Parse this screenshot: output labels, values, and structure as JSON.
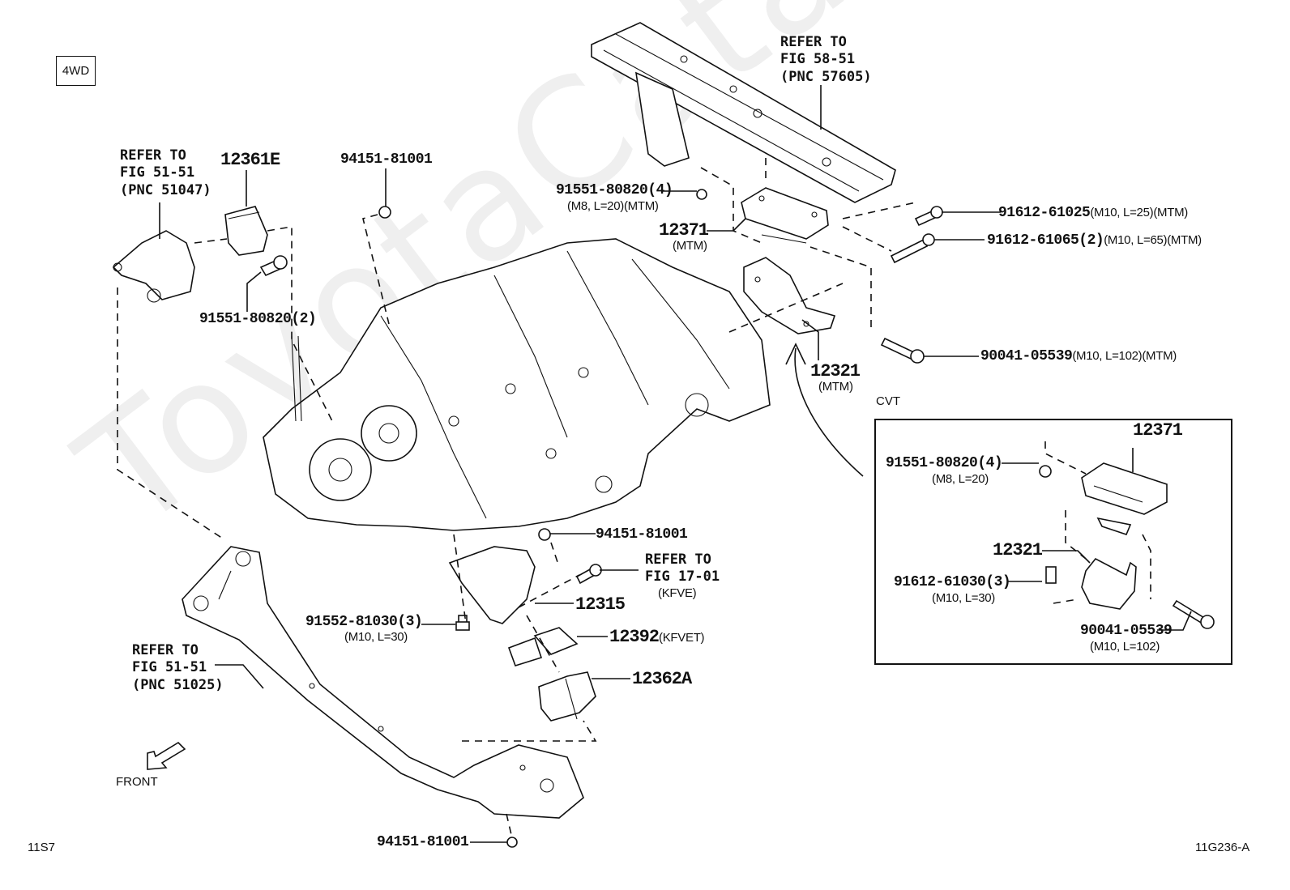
{
  "diagram": {
    "variant_tag": "4WD",
    "watermark": "ToyotaCatalog e.ru",
    "front_label": "FRONT",
    "footer_left": "11S7",
    "footer_right": "11G236-A",
    "cvt_section": {
      "title": "CVT"
    },
    "refs": {
      "ref_51047": {
        "line1": "REFER TO",
        "line2": "FIG 51-51",
        "line3": "(PNC 51047)"
      },
      "ref_57605": {
        "line1": "REFER TO",
        "line2": "FIG 58-51",
        "line3": "(PNC 57605)"
      },
      "ref_51025": {
        "line1": "REFER TO",
        "line2": "FIG 51-51",
        "line3": "(PNC 51025)"
      },
      "ref_1701": {
        "line1": "REFER TO",
        "line2": "FIG 17-01",
        "line3": "(KFVE)"
      }
    },
    "parts": {
      "p12361E": {
        "number": "12361E"
      },
      "p94151_top": {
        "number": "94151-81001"
      },
      "p91551_2": {
        "number": "91551-80820(2)"
      },
      "p91551_4_mtm": {
        "number": "91551-80820(4)",
        "spec": "(M8, L=20)(MTM)"
      },
      "p12371_mtm": {
        "number": "12371",
        "spec": "(MTM)"
      },
      "p91612_61025": {
        "number": "91612-61025",
        "spec": "(M10, L=25)(MTM)"
      },
      "p91612_61065": {
        "number": "91612-61065(2)",
        "spec": "(M10, L=65)(MTM)"
      },
      "p90041_mtm": {
        "number": "90041-05539",
        "spec": "(M10, L=102)(MTM)"
      },
      "p12321_mtm": {
        "number": "12321",
        "spec": "(MTM)"
      },
      "p94151_mid": {
        "number": "94151-81001"
      },
      "p12315": {
        "number": "12315"
      },
      "p91552": {
        "number": "91552-81030(3)",
        "spec": "(M10, L=30)"
      },
      "p12392": {
        "number": "12392",
        "spec": "(KFVET)"
      },
      "p12362A": {
        "number": "12362A"
      },
      "p94151_bottom": {
        "number": "94151-81001"
      },
      "cvt_12371": {
        "number": "12371"
      },
      "cvt_91551": {
        "number": "91551-80820(4)",
        "spec": "(M8, L=20)"
      },
      "cvt_12321": {
        "number": "12321"
      },
      "cvt_91612": {
        "number": "91612-61030(3)",
        "spec": "(M10, L=30)"
      },
      "cvt_90041": {
        "number": "90041-05539",
        "spec": "(M10, L=102)"
      }
    }
  }
}
